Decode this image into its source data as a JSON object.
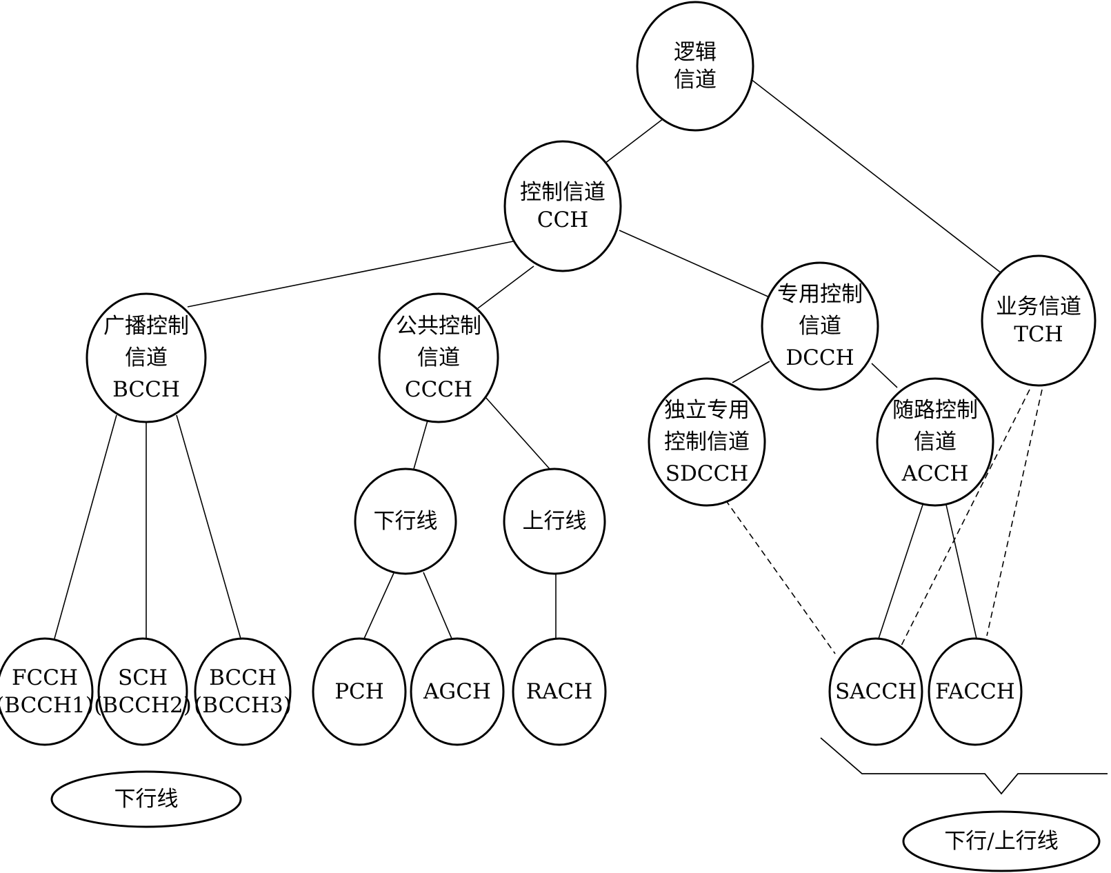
{
  "nodes": [
    {
      "id": "logical",
      "name": "node-logical-channel",
      "lines": [
        "逻辑",
        "信道"
      ]
    },
    {
      "id": "cch",
      "name": "node-control-channel-cch",
      "lines": [
        "控制信道",
        "CCH"
      ]
    },
    {
      "id": "tch",
      "name": "node-traffic-channel-tch",
      "lines": [
        "业务信道",
        "TCH"
      ]
    },
    {
      "id": "bcch",
      "name": "node-broadcast-control-channel-bcch",
      "lines": [
        "广播控制",
        "信道",
        "BCCH"
      ]
    },
    {
      "id": "ccch",
      "name": "node-common-control-channel-ccch",
      "lines": [
        "公共控制",
        "信道",
        "CCCH"
      ]
    },
    {
      "id": "dcch",
      "name": "node-dedicated-control-channel-dcch",
      "lines": [
        "专用控制",
        "信道",
        "DCCH"
      ]
    },
    {
      "id": "sdcch",
      "name": "node-standalone-dedicated-control-channel-sdcch",
      "lines": [
        "独立专用",
        "控制信道",
        "SDCCH"
      ]
    },
    {
      "id": "acch",
      "name": "node-associated-control-channel-acch",
      "lines": [
        "随路控制",
        "信道",
        "ACCH"
      ]
    },
    {
      "id": "down1",
      "name": "node-downlink",
      "lines": [
        "下行线"
      ]
    },
    {
      "id": "up1",
      "name": "node-uplink",
      "lines": [
        "上行线"
      ]
    },
    {
      "id": "fcch",
      "name": "node-fcch",
      "lines": [
        "FCCH",
        "(BCCH1)"
      ]
    },
    {
      "id": "sch",
      "name": "node-sch",
      "lines": [
        "SCH",
        "(BCCH2)"
      ]
    },
    {
      "id": "bcch3",
      "name": "node-bcch3",
      "lines": [
        "BCCH",
        "(BCCH3)"
      ]
    },
    {
      "id": "pch",
      "name": "node-pch",
      "lines": [
        "PCH"
      ]
    },
    {
      "id": "agch",
      "name": "node-agch",
      "lines": [
        "AGCH"
      ]
    },
    {
      "id": "rach",
      "name": "node-rach",
      "lines": [
        "RACH"
      ]
    },
    {
      "id": "sacch",
      "name": "node-sacch",
      "lines": [
        "SACCH"
      ]
    },
    {
      "id": "facch",
      "name": "node-facch",
      "lines": [
        "FACCH"
      ]
    },
    {
      "id": "legend_down",
      "name": "legend-downlink",
      "lines": [
        "下行线"
      ]
    },
    {
      "id": "legend_updown",
      "name": "legend-downlink-uplink",
      "lines": [
        "下行/上行线"
      ]
    }
  ],
  "edges": [
    {
      "from": "logical",
      "to": "cch",
      "style": "solid"
    },
    {
      "from": "logical",
      "to": "tch",
      "style": "solid"
    },
    {
      "from": "cch",
      "to": "bcch",
      "style": "solid"
    },
    {
      "from": "cch",
      "to": "ccch",
      "style": "solid"
    },
    {
      "from": "cch",
      "to": "dcch",
      "style": "solid"
    },
    {
      "from": "dcch",
      "to": "sdcch",
      "style": "solid"
    },
    {
      "from": "dcch",
      "to": "acch",
      "style": "solid"
    },
    {
      "from": "bcch",
      "to": "fcch",
      "style": "solid"
    },
    {
      "from": "bcch",
      "to": "sch",
      "style": "solid"
    },
    {
      "from": "bcch",
      "to": "bcch3",
      "style": "solid"
    },
    {
      "from": "ccch",
      "to": "down1",
      "style": "solid"
    },
    {
      "from": "ccch",
      "to": "up1",
      "style": "solid"
    },
    {
      "from": "down1",
      "to": "pch",
      "style": "solid"
    },
    {
      "from": "down1",
      "to": "agch",
      "style": "solid"
    },
    {
      "from": "up1",
      "to": "rach",
      "style": "solid"
    },
    {
      "from": "acch",
      "to": "sacch",
      "style": "solid"
    },
    {
      "from": "acch",
      "to": "facch",
      "style": "solid"
    },
    {
      "from": "sdcch",
      "to": "sacch",
      "style": "dashed"
    },
    {
      "from": "tch",
      "to": "sacch",
      "style": "dashed"
    },
    {
      "from": "tch",
      "to": "facch",
      "style": "dashed"
    }
  ]
}
